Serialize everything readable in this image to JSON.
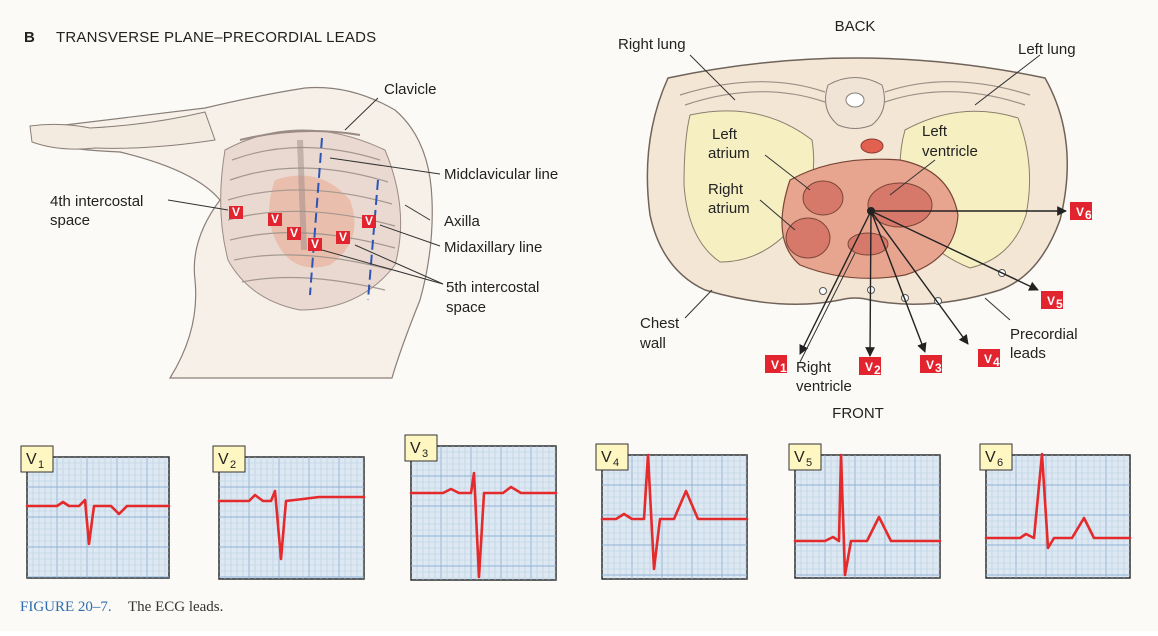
{
  "heading": {
    "letter": "B",
    "title": "TRANSVERSE PLANE–PRECORDIAL LEADS"
  },
  "anterior_labels": {
    "clavicle": "Clavicle",
    "midclavicular_line": "Midclavicular line",
    "intercostal_4_line1": "4th intercostal",
    "intercostal_4_line2": "space",
    "axilla": "Axilla",
    "midaxillary_line": "Midaxillary line",
    "intercostal_5_line1": "5th intercostal",
    "intercostal_5_line2": "space"
  },
  "cross_section_labels": {
    "back": "BACK",
    "front": "FRONT",
    "right_lung": "Right lung",
    "left_lung": "Left lung",
    "left_atrium_line1": "Left",
    "left_atrium_line2": "atrium",
    "left_ventricle_line1": "Left",
    "left_ventricle_line2": "ventricle",
    "right_atrium_line1": "Right",
    "right_atrium_line2": "atrium",
    "right_ventricle_line1": "Right",
    "right_ventricle_line2": "ventricle",
    "chest_wall_line1": "Chest",
    "chest_wall_line2": "wall",
    "precordial_line1": "Precordial",
    "precordial_line2": "leads"
  },
  "leads": [
    {
      "id": "V1",
      "letter": "V",
      "sub": "1"
    },
    {
      "id": "V2",
      "letter": "V",
      "sub": "2"
    },
    {
      "id": "V3",
      "letter": "V",
      "sub": "3"
    },
    {
      "id": "V4",
      "letter": "V",
      "sub": "4"
    },
    {
      "id": "V5",
      "letter": "V",
      "sub": "5"
    },
    {
      "id": "V6",
      "letter": "V",
      "sub": "6"
    }
  ],
  "caption": {
    "figure": "FIGURE 20–7.",
    "text": "The ECG leads."
  },
  "colors": {
    "lead_red": "#e2242e",
    "trace_red": "#e42a2a",
    "grid_blue": "#dde8f2",
    "caption_blue": "#2d6db0",
    "heart": "#e7a58f",
    "lung": "#f6efc2"
  }
}
